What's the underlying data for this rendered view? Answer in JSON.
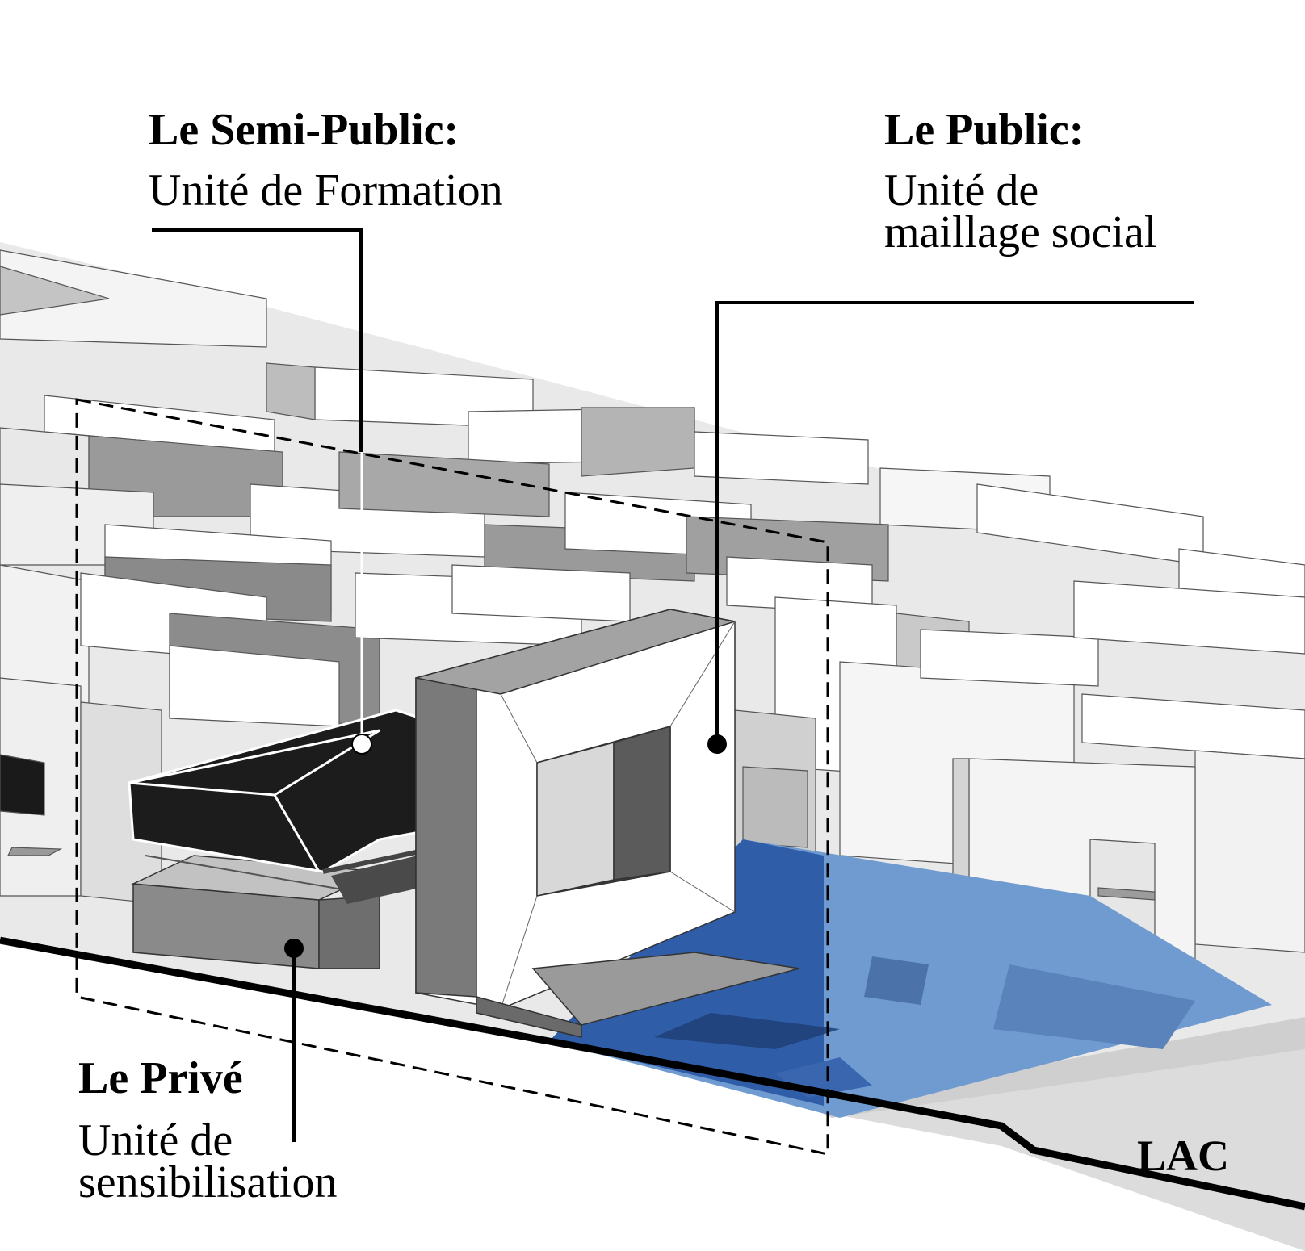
{
  "labels": {
    "semi_public": {
      "title": "Le Semi-Public:",
      "line1": "Unité de Formation"
    },
    "public": {
      "title": "Le Public:",
      "line1": "Unité de",
      "line2": "maillage social"
    },
    "prive": {
      "title": "Le Privé",
      "line1": "Unité de",
      "line2": "sensibilisation"
    },
    "lake": "LAC"
  },
  "colors": {
    "plaza_blue": "#2f5da8",
    "plaza_light": "#6f9bd1",
    "building_top": "#ffffff",
    "building_side": "#b9b9b9",
    "building_dark": "#7d7d7d",
    "black_volume": "#1c1c1c"
  }
}
